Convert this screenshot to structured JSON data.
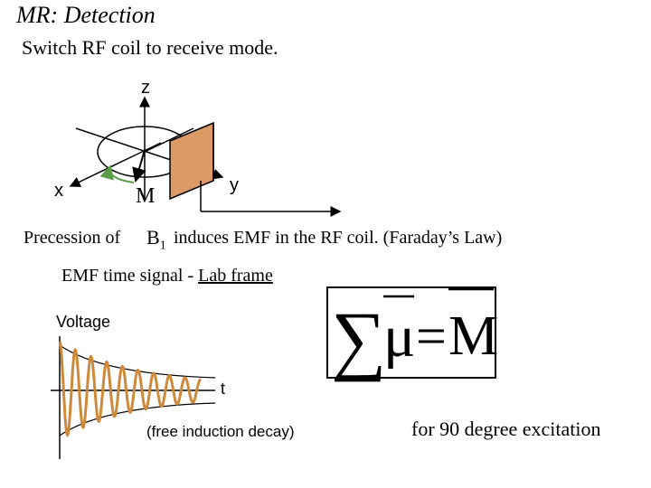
{
  "slide": {
    "title": "MR: Detection",
    "subtitle": "Switch RF coil to receive mode."
  },
  "diagram": {
    "axis_z": "z",
    "axis_x": "x",
    "axis_y": "y",
    "vector_m": "M",
    "coil_color": "#dc9a66",
    "arc_color": "#5b9e4a"
  },
  "precession": {
    "before": "Precession of",
    "symbol": "B",
    "subscript": "1",
    "after": "induces EMF in the RF coil.  (Faraday’s Law)"
  },
  "emf": {
    "prefix": "EMF time signal - ",
    "underlined": "Lab frame"
  },
  "signal": {
    "ylabel": "Voltage",
    "xlabel": "t",
    "caption": "(free induction decay)",
    "wave_color": "#cc8a3a"
  },
  "equation": {
    "sum": "∑",
    "mu": "μ",
    "equals": "=",
    "m": "M"
  },
  "note": "for 90 degree excitation"
}
